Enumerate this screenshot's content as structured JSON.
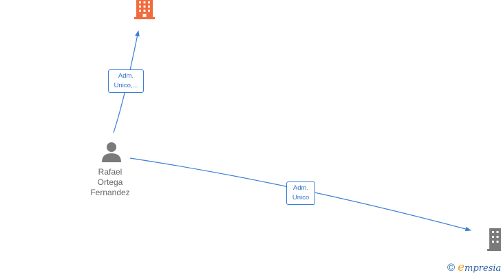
{
  "person": {
    "name_lines": [
      "Rafael",
      "Ortega",
      "Fernandez"
    ],
    "icon": "person-icon"
  },
  "companies": [
    {
      "icon": "building-icon",
      "color": "#f26a3d"
    },
    {
      "icon": "building-icon",
      "color": "#7a7a7a"
    }
  ],
  "edges": [
    {
      "label_lines": [
        "Adm.",
        "Unico,..."
      ],
      "color": "#3b7dd8"
    },
    {
      "label_lines": [
        "Adm.",
        "Unico"
      ],
      "color": "#3b7dd8"
    }
  ],
  "footer": {
    "copyright_symbol": "©",
    "brand_initial": "e",
    "brand_rest": "mpresia"
  }
}
